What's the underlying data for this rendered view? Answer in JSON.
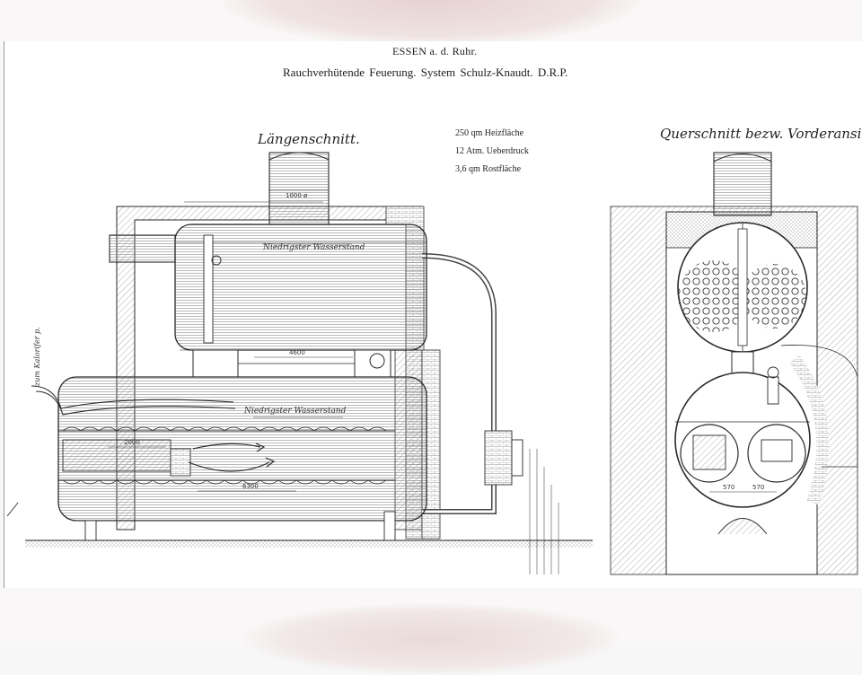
{
  "header": {
    "city": "ESSEN a. d. Ruhr.",
    "title": "Rauchverhütende Feuerung. System Schulz-Knaudt. D.R.P."
  },
  "views": {
    "longitudinal_label": "Längenschnitt.",
    "cross_label": "Querschnitt bezw. Vorderansicht."
  },
  "specs": [
    "250 qm Heizfläche",
    "12 Atm. Ueberdruck",
    "3,6 qm Rostfläche"
  ],
  "annotations": {
    "water_level_upper": "Niedrigster Wasserstand",
    "water_level_lower": "Niedrigster Wasserstand",
    "side_label": "zum Kalorifer p.",
    "dim_dome": "1000 ø",
    "dim_length": "4600",
    "dim_flue": "2000",
    "dim_lower": "6300",
    "dim_cross_1": "570",
    "dim_cross_2": "570"
  },
  "colors": {
    "ink": "#2a2a2a",
    "paper": "#ffffff",
    "background": "#f7f7f8",
    "watermark": "#e6d2d0"
  }
}
